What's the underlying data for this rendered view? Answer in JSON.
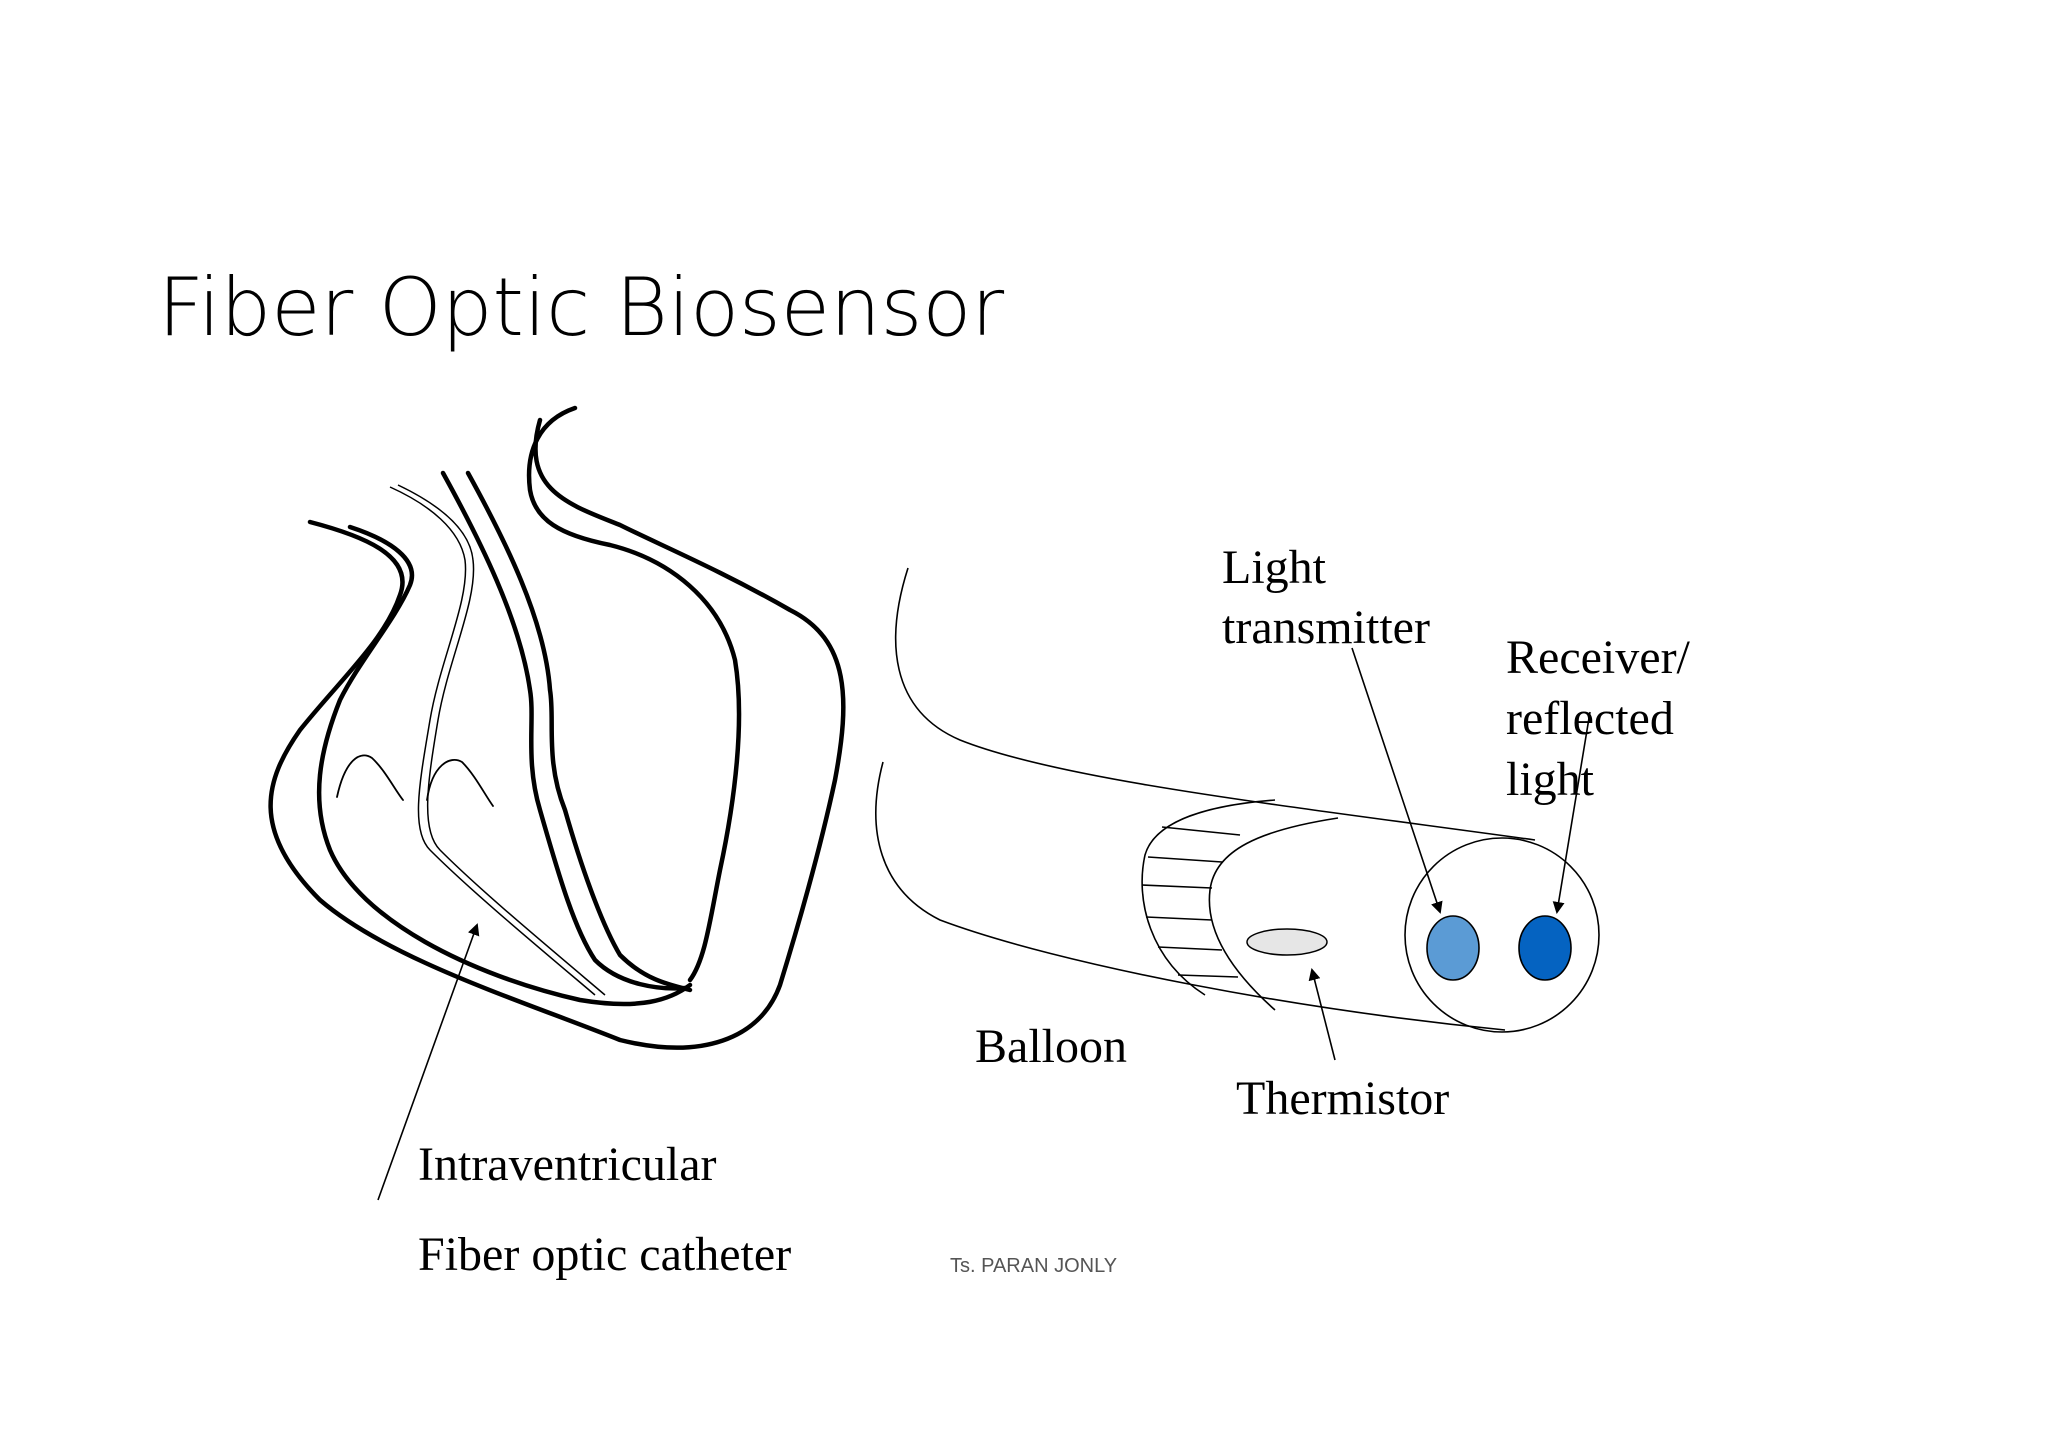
{
  "title": "Fiber Optic Biosensor",
  "labels": {
    "catheter_line1": "Intraventricular",
    "catheter_line2": "Fiber optic catheter",
    "light_transmitter_line1": "Light",
    "light_transmitter_line2": "transmitter",
    "receiver_line1": "Receiver/",
    "receiver_line2": "reflected",
    "receiver_line3": "light",
    "balloon": "Balloon",
    "thermistor": "Thermistor"
  },
  "credit": "Ts. PARAN JONLY",
  "colors": {
    "transmitter_fill": "#5b9bd5",
    "receiver_fill": "#0563c1",
    "thermistor_fill": "#e6e6e6",
    "stroke": "#000000"
  }
}
